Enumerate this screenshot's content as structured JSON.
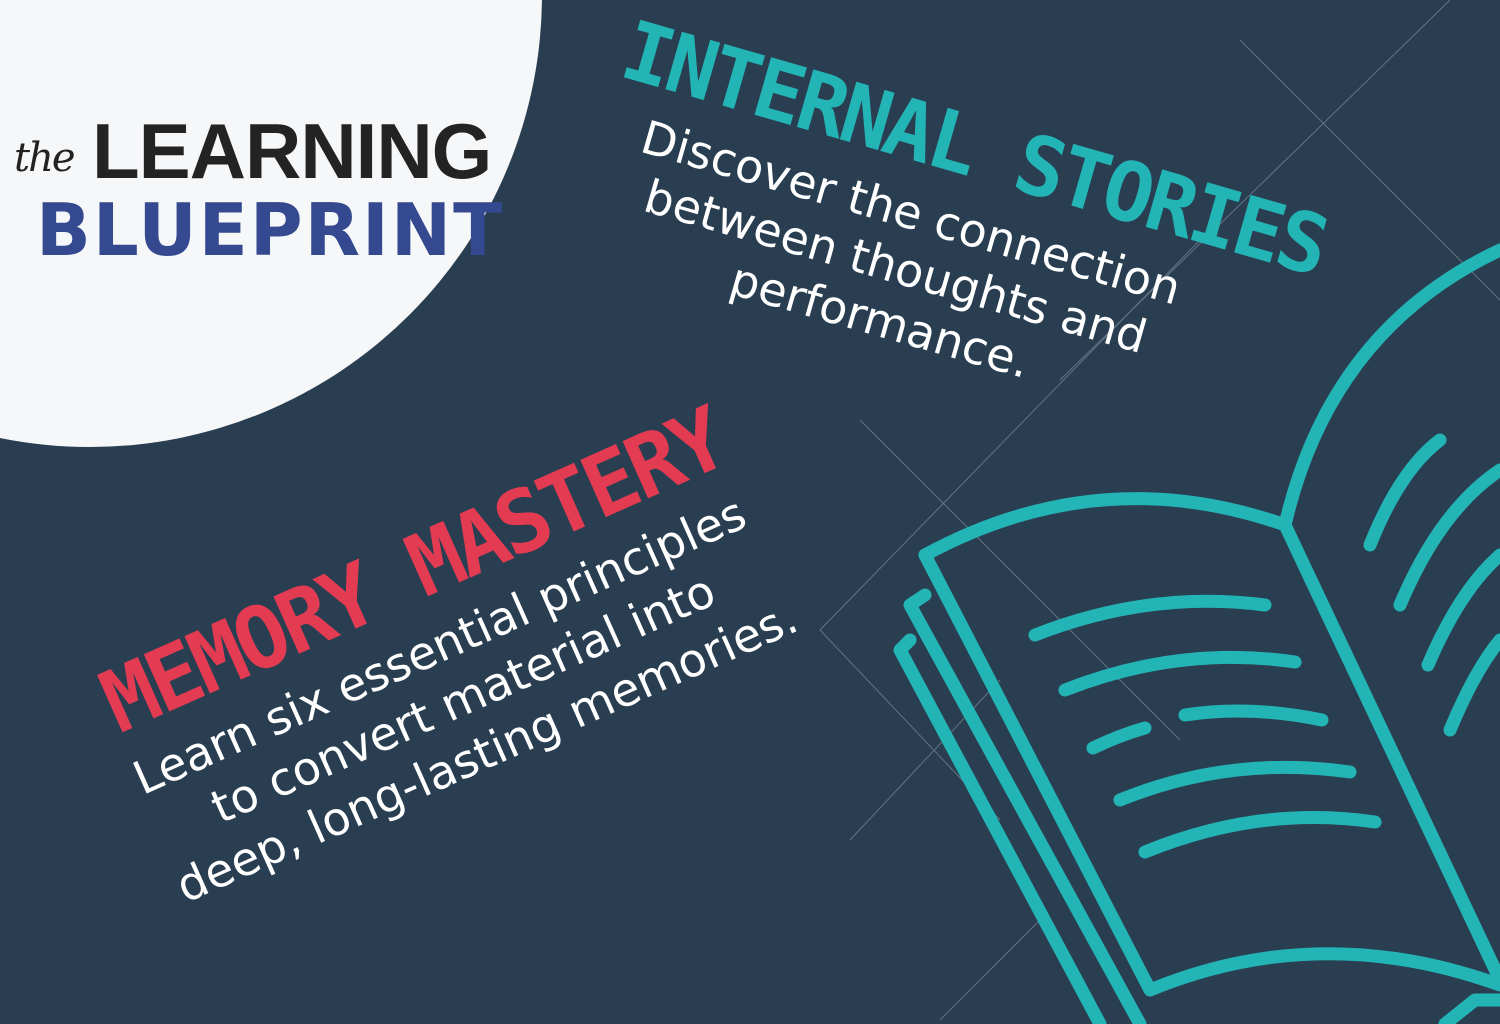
{
  "logo": {
    "the": "the",
    "learning": "LEARNING",
    "blueprint": "BLUEPRINT"
  },
  "internal_stories": {
    "title": "INTERNAL STORIES",
    "lines": [
      "Discover the connection",
      "between thoughts and",
      "performance."
    ]
  },
  "memory_mastery": {
    "title": "MEMORY MASTERY",
    "lines": [
      "Learn six essential principles",
      "to convert material into",
      "deep, long-lasting memories."
    ]
  },
  "colors": {
    "background": "#2a3e51",
    "teal": "#23b5b6",
    "red": "#e23b52",
    "logo_blue": "#34498f"
  },
  "icons": [
    "open-book-icon"
  ]
}
